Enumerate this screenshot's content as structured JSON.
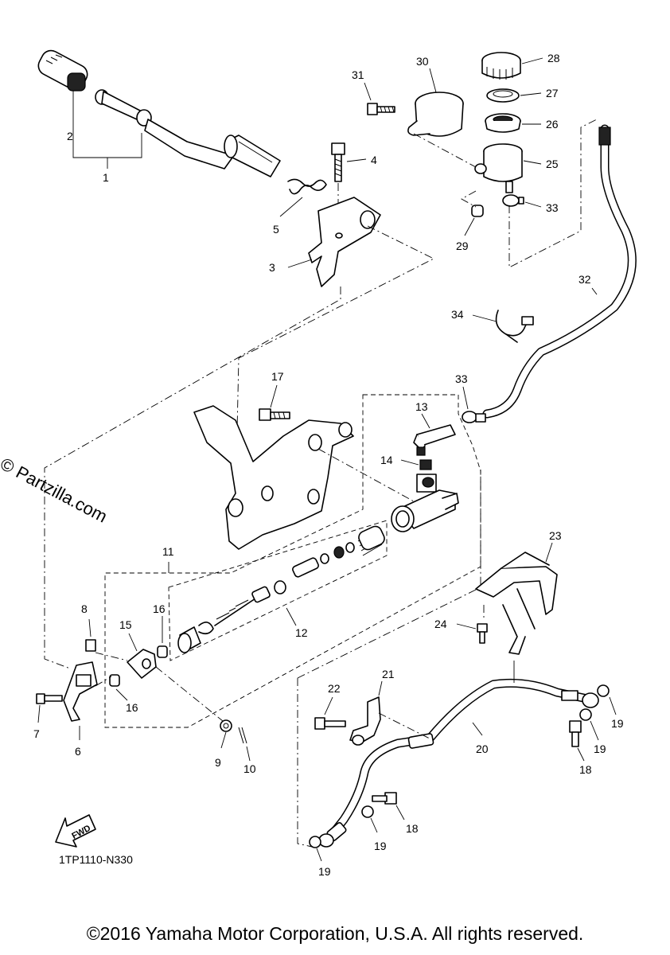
{
  "watermark": "© Partzilla.com",
  "drawing_id": "1TP1110-N330",
  "copyright": "©2016 Yamaha Motor Corporation, U.S.A. All rights reserved.",
  "fwd_label": "FWD",
  "callouts": {
    "c1": "1",
    "c2": "2",
    "c3": "3",
    "c4": "4",
    "c5": "5",
    "c6": "6",
    "c7": "7",
    "c8": "8",
    "c9": "9",
    "c10": "10",
    "c11": "11",
    "c12": "12",
    "c13": "13",
    "c14": "14",
    "c15": "15",
    "c16a": "16",
    "c16b": "16",
    "c17": "17",
    "c18a": "18",
    "c18b": "18",
    "c19a": "19",
    "c19b": "19",
    "c19c": "19",
    "c19d": "19",
    "c20": "20",
    "c21": "21",
    "c22": "22",
    "c23": "23",
    "c24": "24",
    "c25": "25",
    "c26": "26",
    "c27": "27",
    "c28": "28",
    "c29": "29",
    "c30": "30",
    "c31": "31",
    "c32": "32",
    "c33a": "33",
    "c33b": "33",
    "c34": "34"
  }
}
